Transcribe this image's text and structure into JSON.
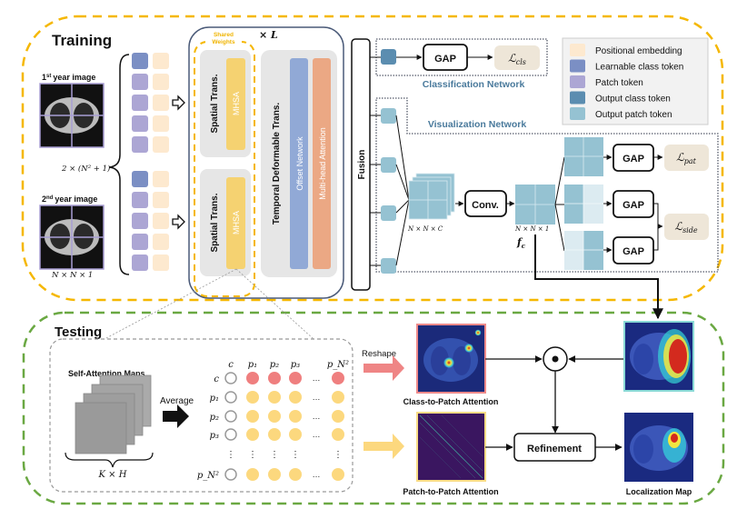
{
  "training": {
    "title": "Training",
    "image1_label": "1st year image",
    "image1_label_main": "year image",
    "image1_sup": "st",
    "image1_num": "1",
    "image2_label_main": "year image",
    "image2_sup": "nd",
    "image2_num": "2",
    "token_count_label": "2 × (N² + 1)",
    "image_size_label": "N × N × 1",
    "shared_weights_line1": "Shared",
    "shared_weights_line2": "Weights",
    "repeat_label": "× L",
    "spatial_trans_label": "Spatial Trans.",
    "mhsa_label": "MHSA",
    "temporal_label": "Temporal Deformable Trans.",
    "offset_label": "Offset Network",
    "mha_label": "Multi-head Attention",
    "fusion_label": "Fusion",
    "classification_network_label": "Classification Network",
    "visualization_network_label": "Visualization Network",
    "gap_label": "GAP",
    "conv_label": "Conv.",
    "loss_cls": "ℒ",
    "loss_cls_sub": "cls",
    "loss_pat_sub": "pat",
    "loss_side_sub": "side",
    "feature_size_label": "N × N × C",
    "fc_size_label": "N × N × 1",
    "fc_label": "f",
    "fc_sub": "c"
  },
  "legend": {
    "items": [
      {
        "label": "Positional embedding",
        "color": "#fde9cf"
      },
      {
        "label": "Learnable class token",
        "color": "#7b8fc4"
      },
      {
        "label": "Patch token",
        "color": "#aca6d4"
      },
      {
        "label": "Output class token",
        "color": "#5b8db0"
      },
      {
        "label": "Output patch token",
        "color": "#95c2d2"
      }
    ]
  },
  "testing": {
    "title": "Testing",
    "self_attention_label": "Self-Attention Maps",
    "kh_label": "K × H",
    "average_label": "Average",
    "col_headers": [
      "c",
      "p₁",
      "p₂",
      "p₃",
      "p_N²"
    ],
    "row_headers": [
      "c",
      "p₁",
      "p₂",
      "p₃",
      "p_N²"
    ],
    "ellipsis": "…",
    "reshape_label": "Reshape",
    "class_to_patch_label": "Class-to-Patch Attention",
    "patch_to_patch_label": "Patch-to-Patch Attention",
    "refinement_label": "Refinement",
    "localization_label": "Localization Map",
    "odot_symbol": "⊙"
  },
  "colors": {
    "training_border": "#f5b700",
    "testing_border": "#6aa842",
    "red_dot": "#ef7f7f",
    "yellow_dot": "#fcd87e",
    "mhsa": "#f5d271",
    "offset": "#91a9d6",
    "mha": "#eba884",
    "loss_bg": "#eee6d8"
  }
}
